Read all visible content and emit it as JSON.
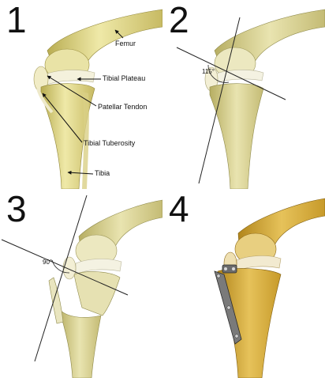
{
  "panels": [
    {
      "number": "1"
    },
    {
      "number": "2",
      "angle": "115°"
    },
    {
      "number": "3",
      "angle": "90°"
    },
    {
      "number": "4"
    }
  ],
  "labels": {
    "femur": "Femur",
    "tibial_plateau": "Tibial Plateau",
    "patellar_tendon": "Patellar Tendon",
    "tibial_tuberosity": "Tibial Tuberosity",
    "tibia": "Tibia"
  }
}
